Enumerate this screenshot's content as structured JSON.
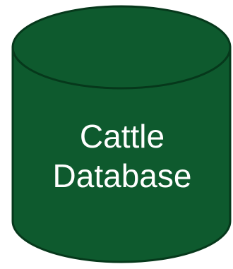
{
  "diagram": {
    "shape": "cylinder",
    "label_lines": [
      "Cattle",
      "Database"
    ],
    "colors": {
      "fill": "#0e5a2e",
      "stroke": "#06381b",
      "text": "#ffffff"
    }
  }
}
